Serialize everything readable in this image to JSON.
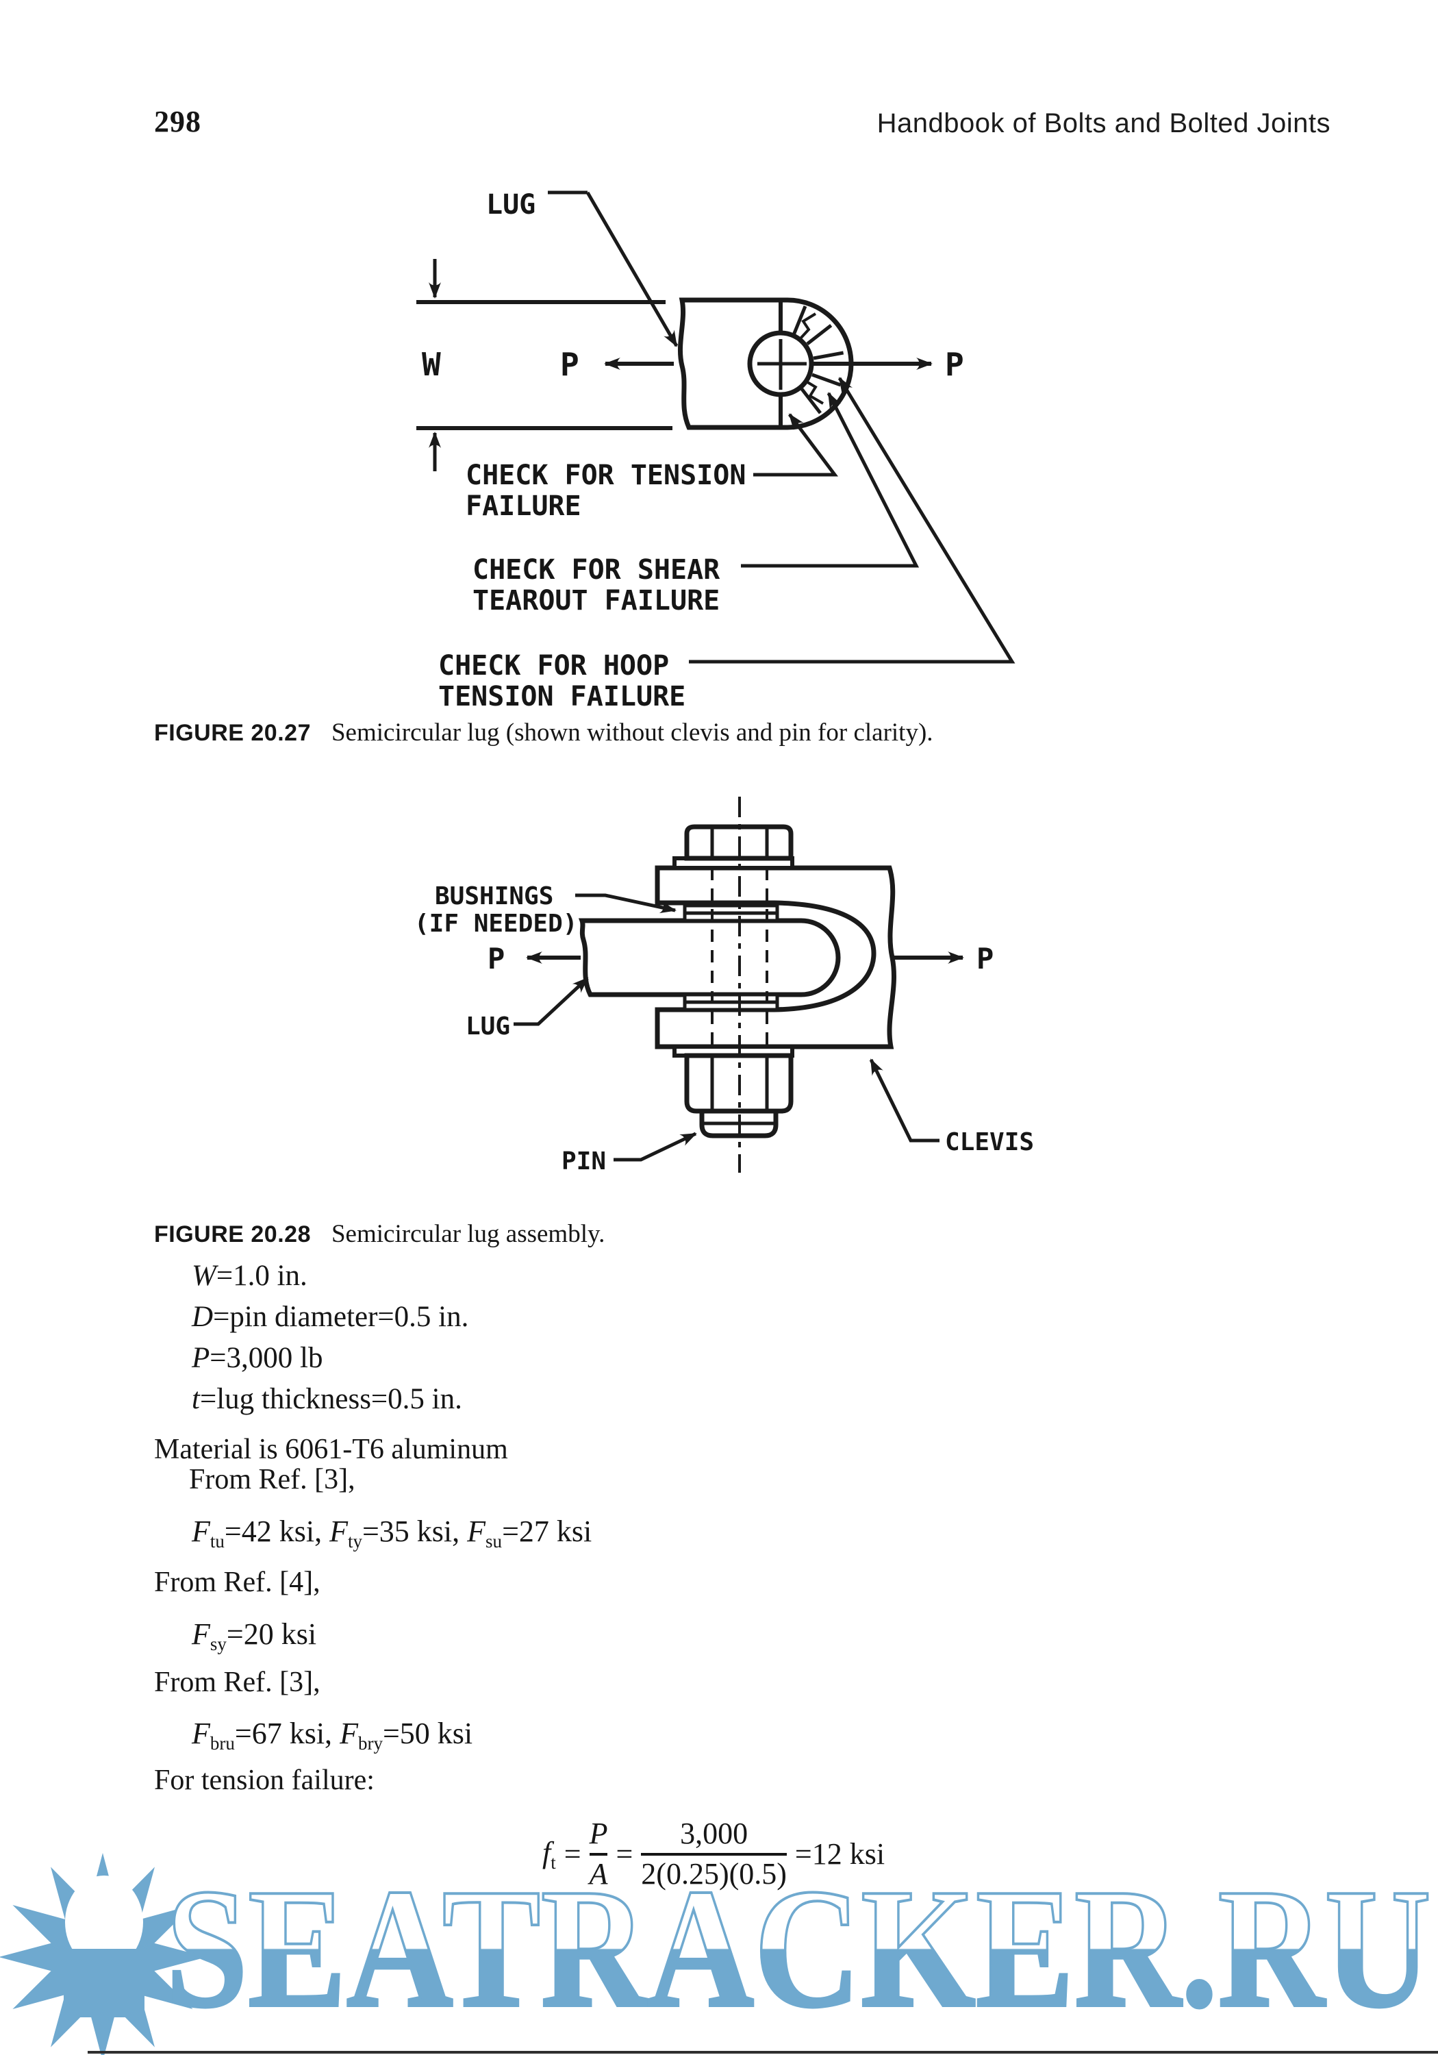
{
  "page": {
    "number": "298",
    "running_title": "Handbook of Bolts and Bolted Joints"
  },
  "figure1": {
    "caption_label": "FIGURE 20.27",
    "caption_text": "Semicircular lug (shown without clevis and pin for clarity).",
    "labels": {
      "lug": "LUG",
      "width_dim": "W",
      "load_left": "P",
      "load_right": "P",
      "tension_line1": "CHECK FOR TENSION",
      "tension_line2": "FAILURE",
      "shear_line1": "CHECK FOR SHEAR",
      "shear_line2": "TEAROUT FAILURE",
      "hoop_line1": "CHECK FOR HOOP",
      "hoop_line2": "TENSION FAILURE"
    }
  },
  "figure2": {
    "caption_label": "FIGURE 20.28",
    "caption_text": "Semicircular lug assembly.",
    "labels": {
      "bushings_line1": "BUSHINGS",
      "bushings_line2": "(IF NEEDED)",
      "load_left": "P",
      "load_right": "P",
      "lug": "LUG",
      "pin": "PIN",
      "clevis": "CLEVIS"
    }
  },
  "body": {
    "given": [
      {
        "v": "W",
        "rest": "=1.0 in."
      },
      {
        "v": "D",
        "rest": "=pin diameter=0.5 in."
      },
      {
        "v": "P",
        "rest": "=3,000 lb"
      },
      {
        "v": "t",
        "rest": "=lug thickness=0.5 in."
      }
    ],
    "material_line": "Material is 6061-T6 aluminum",
    "from_ref_3a": "From Ref. [3],",
    "ftu_line": [
      {
        "v": "F",
        "s": "tu",
        "t": "=42 ksi, "
      },
      {
        "v": "F",
        "s": "ty",
        "t": "=35 ksi, "
      },
      {
        "v": "F",
        "s": "su",
        "t": "=27 ksi"
      }
    ],
    "from_ref_4": "From Ref. [4],",
    "fsy_line": [
      {
        "v": "F",
        "s": "sy",
        "t": "=20 ksi"
      }
    ],
    "from_ref_3b": "From Ref. [3],",
    "fbru_line": [
      {
        "v": "F",
        "s": "bru",
        "t": "=67 ksi, "
      },
      {
        "v": "F",
        "s": "bry",
        "t": "=50 ksi"
      }
    ],
    "tension_heading": "For tension failure:",
    "equation": {
      "lhs": "f",
      "lhs_sub": "t",
      "eq1": "=",
      "num1": "P",
      "den1": "A",
      "eq2": "=",
      "num2": "3,000",
      "den2": "2(0.25)(0.5)",
      "result": "=12 ksi"
    }
  },
  "watermark": {
    "text": "SEATRACKER.RU",
    "color": "#6fa9cf",
    "logo_icon": "sun-burst-icon"
  }
}
